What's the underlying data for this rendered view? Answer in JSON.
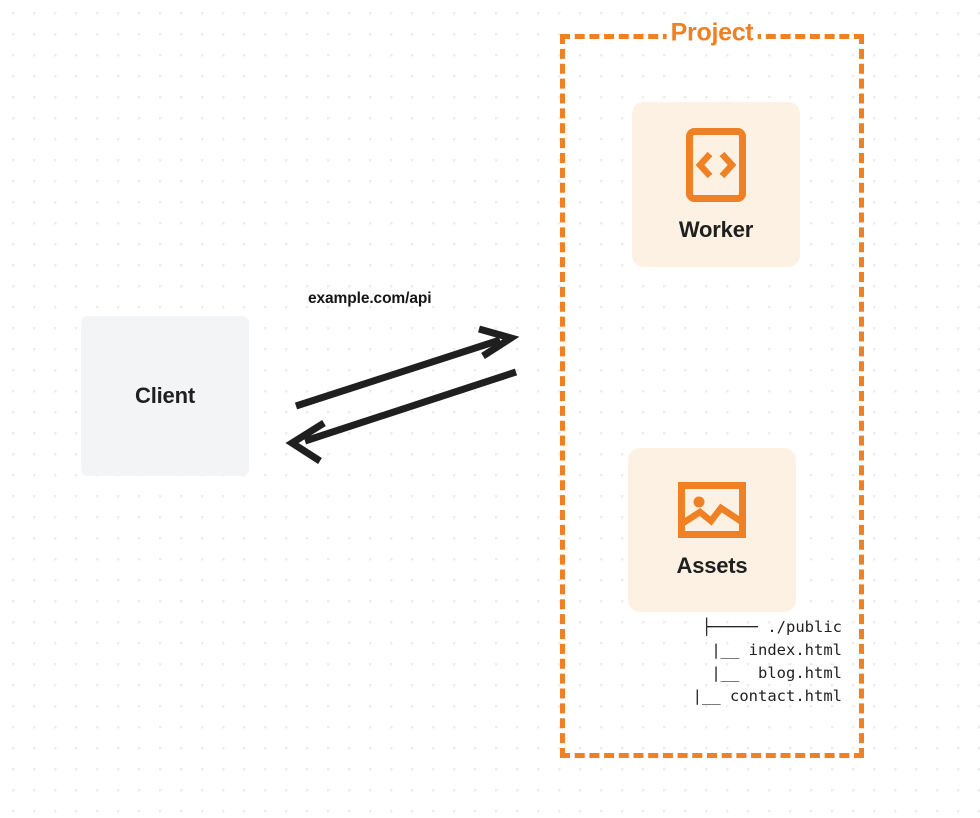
{
  "diagram": {
    "title": "Project",
    "background": {
      "dot_color": "#ededf0",
      "page_color": "#ffffff"
    },
    "accent_color": "#ef8024",
    "card_color": "#fdf1e3",
    "client_color": "#f3f4f6",
    "arrow_color": "#1f1f1f"
  },
  "client": {
    "label": "Client"
  },
  "project": {
    "label": "Project",
    "nodes": [
      {
        "label": "Worker",
        "icon": "code-brackets-icon"
      },
      {
        "label": "Assets",
        "icon": "image-icon"
      }
    ]
  },
  "file_tree": {
    "lines": [
      "├───── ./public",
      "      |__ index.html",
      "      |__  blog.html",
      "   |__ contact.html"
    ],
    "entries": [
      {
        "name": "./public",
        "type": "directory"
      },
      {
        "name": "index.html",
        "type": "file"
      },
      {
        "name": "blog.html",
        "type": "file"
      },
      {
        "name": "contact.html",
        "type": "file"
      }
    ]
  },
  "connection": {
    "label": "example.com/api",
    "direction": "bidirectional"
  }
}
